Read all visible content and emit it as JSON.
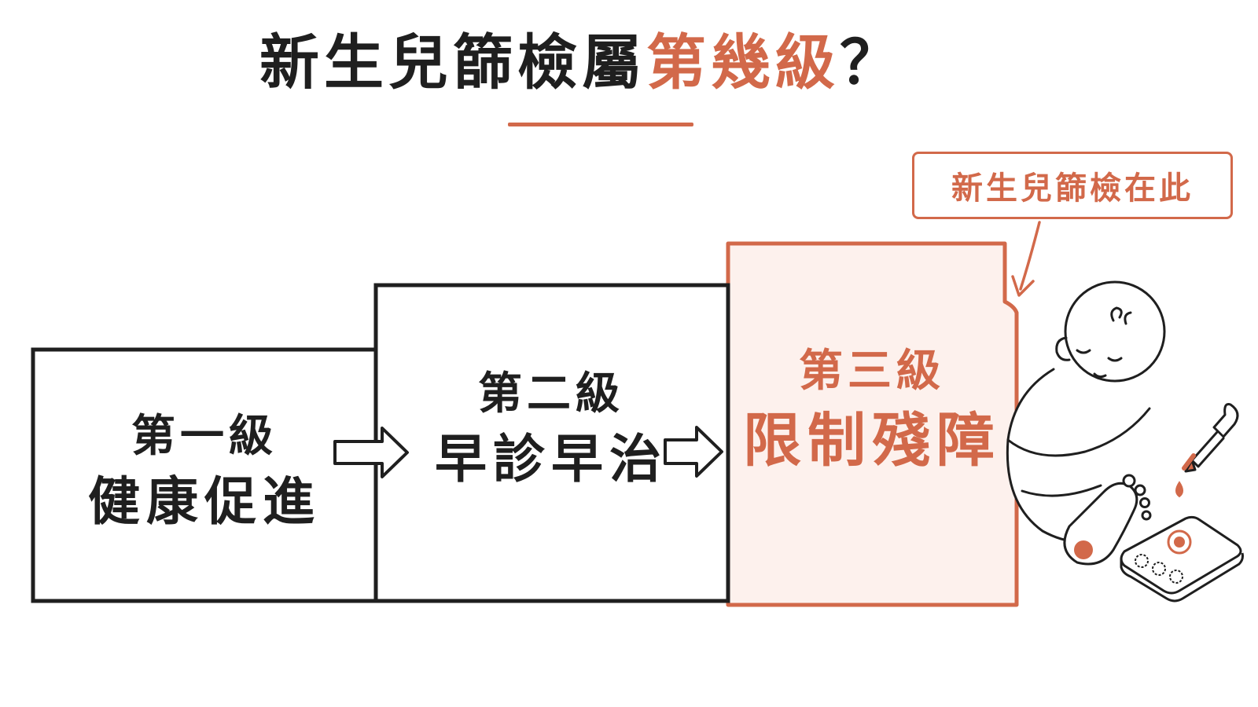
{
  "title": {
    "prefix": "新生兒篩檢屬",
    "highlight": "第幾級",
    "suffix": "？"
  },
  "callout": {
    "text": "新生兒篩檢在此"
  },
  "steps": [
    {
      "level": "第一級",
      "name": "健康促進"
    },
    {
      "level": "第二級",
      "name": "早診早治"
    },
    {
      "level": "第三級",
      "name": "限制殘障"
    }
  ],
  "colors": {
    "accent": "#d2694a",
    "accent_fill": "#fdf1ed",
    "ink": "#1f1f1f"
  },
  "icons": [
    "right-arrow-icon",
    "callout-pointer-arrow-icon",
    "baby-icon",
    "dropper-icon",
    "test-card-icon"
  ]
}
